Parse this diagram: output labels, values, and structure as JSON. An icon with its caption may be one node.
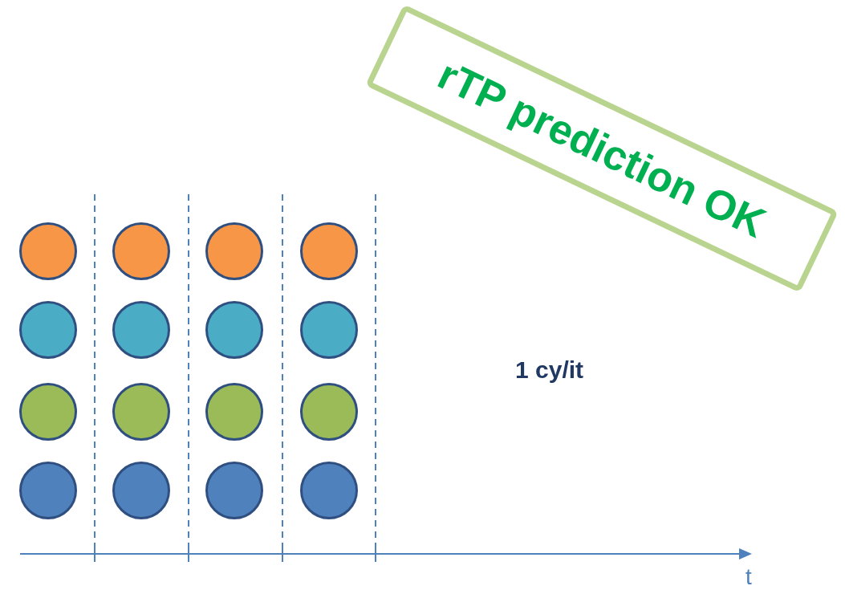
{
  "diagram": {
    "nodes": [
      {
        "text": [
          "rTP prediction OK"
        ]
      },
      {
        "text": [],
        "shape": "circle"
      },
      {
        "text": [],
        "shape": "circle"
      },
      {
        "text": [],
        "shape": "circle"
      },
      {
        "text": [],
        "shape": "circle"
      },
      {
        "text": [],
        "shape": "circle"
      },
      {
        "text": [],
        "shape": "circle"
      },
      {
        "text": [],
        "shape": "circle"
      },
      {
        "text": [],
        "shape": "circle"
      },
      {
        "text": [],
        "shape": "circle"
      },
      {
        "text": [],
        "shape": "circle"
      },
      {
        "text": [],
        "shape": "circle"
      },
      {
        "text": [],
        "shape": "circle"
      },
      {
        "text": [],
        "shape": "circle"
      },
      {
        "text": [],
        "shape": "circle"
      },
      {
        "text": [],
        "shape": "circle"
      },
      {
        "text": [],
        "shape": "circle"
      }
    ],
    "labels": [
      "1 cy/it",
      "t"
    ]
  }
}
